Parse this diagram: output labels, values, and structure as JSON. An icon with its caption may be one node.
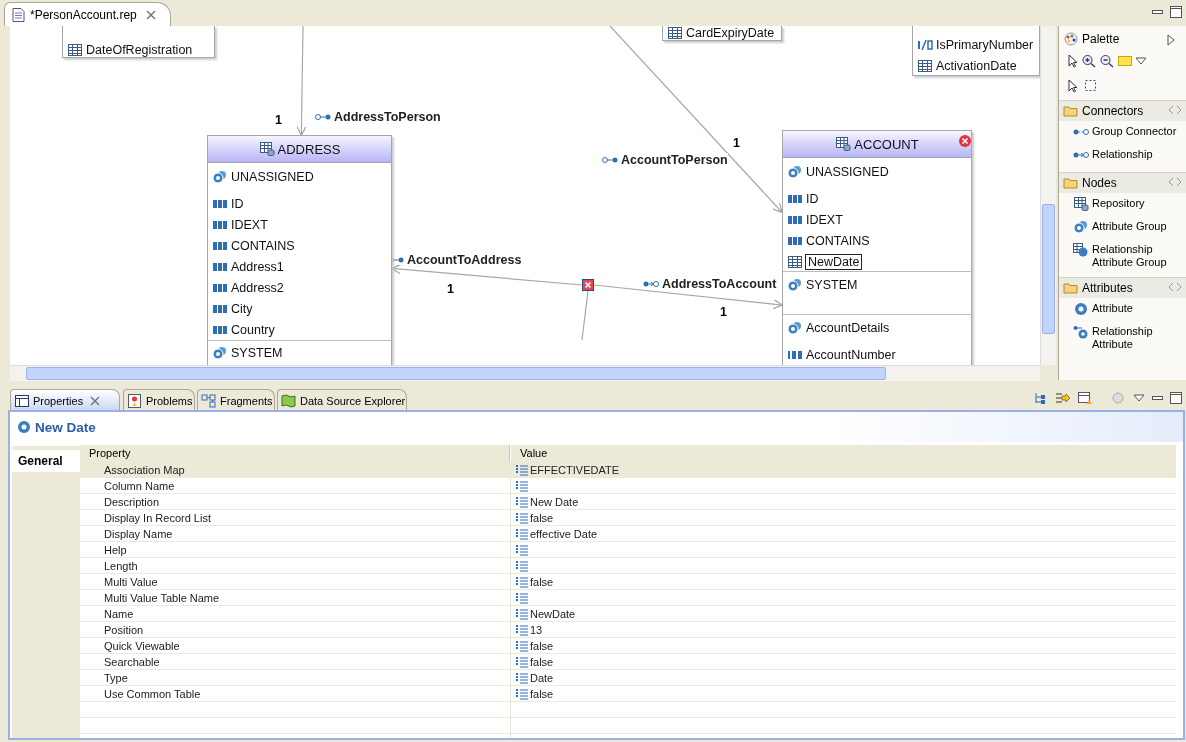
{
  "diagram": {
    "nodes": [
      {
        "text": [
          "DateOfRegistration"
        ]
      },
      {
        "text": [
          "CardExpiryDate"
        ]
      },
      {
        "text": [
          "IsPrimaryNumber",
          "ActivationDate"
        ]
      },
      {
        "text": [
          "ADDRESS",
          "UNASSIGNED",
          "ID",
          "IDEXT",
          "CONTAINS",
          "Address1",
          "Address2",
          "City",
          "Country",
          "SYSTEM"
        ]
      },
      {
        "text": [
          "ACCOUNT",
          "UNASSIGNED",
          "ID",
          "IDEXT",
          "CONTAINS",
          "NewDate",
          "SYSTEM",
          "AccountDetails",
          "AccountNumber"
        ]
      },
      {
        "text": [],
        "shape": "box"
      }
    ],
    "edges": [
      {
        "from": null,
        "to": 3,
        "arrow": "to",
        "label": "AddressToPerson"
      },
      {
        "from": null,
        "to": 4,
        "arrow": "to",
        "label": "AccountToPerson"
      },
      {
        "from": 5,
        "to": 3,
        "arrow": "to",
        "label": "AccountToAddress"
      },
      {
        "from": 5,
        "to": 4,
        "arrow": "to",
        "label": "AddressToAccount"
      },
      {
        "from": 5,
        "to": null,
        "arrow": "none"
      }
    ],
    "labels": [
      "*PersonAccount.rep",
      "1",
      "1",
      "1",
      "1",
      "Palette",
      "Connectors",
      "Group Connector",
      "Relationship",
      "Nodes",
      "Repository",
      "Attribute Group",
      "Relationship Attribute Group",
      "Attributes",
      "Attribute",
      "Relationship Attribute",
      "Properties",
      "Problems",
      "Fragments",
      "Data Source Explorer",
      "New Date",
      "General",
      "Property",
      "Value",
      "Association Map",
      "EFFECTIVEDATE",
      "Column Name",
      "Description",
      "New Date",
      "Display In Record List",
      "false",
      "Display Name",
      "effective Date",
      "Help",
      "Length",
      "Multi Value",
      "false",
      "Multi Value Table Name",
      "Name",
      "NewDate",
      "Position",
      "13",
      "Quick Viewable",
      "false",
      "Searchable",
      "false",
      "Type",
      "Date",
      "Use Common Table",
      "false"
    ]
  }
}
